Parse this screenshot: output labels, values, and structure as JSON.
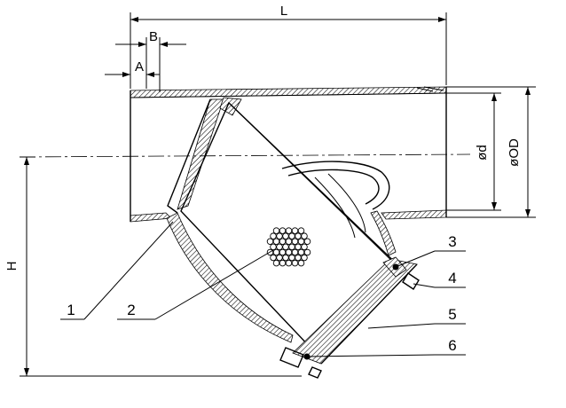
{
  "dimensions": {
    "length": "L",
    "a": "A",
    "b": "B",
    "height": "H",
    "inner_diameter": "ød",
    "outer_diameter": "øOD"
  },
  "callouts": [
    "1",
    "2",
    "3",
    "4",
    "5",
    "6"
  ]
}
